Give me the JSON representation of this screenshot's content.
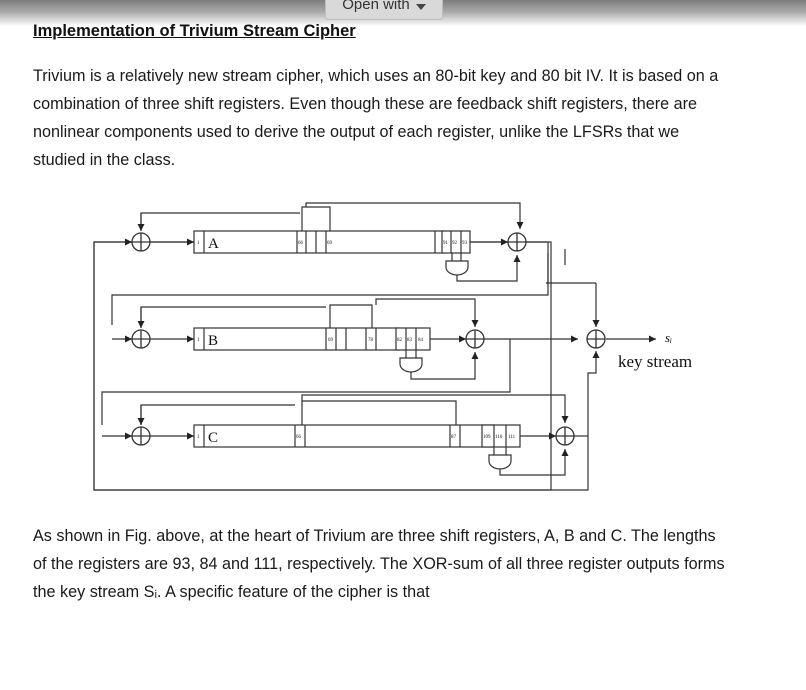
{
  "viewer": {
    "open_with_label": "Open with"
  },
  "document": {
    "heading": "Implementation of Trivium Stream Cipher",
    "paragraph1": "Trivium is a relatively new stream cipher, which uses an 80-bit key and 80 bit IV. It is based on a combination of three shift registers. Even though these are feedback shift registers, there are nonlinear components used to derive the output of each register, unlike the LFSRs that we studied in the class.",
    "paragraph2": "As shown in Fig. above, at the heart of Trivium are three shift registers, A, B and C. The lengths of the registers are 93, 84 and 111, respectively. The XOR-sum of all three register outputs forms the key stream Sᵢ. A specific feature of the cipher is that"
  },
  "figure": {
    "register_a": {
      "name": "A",
      "start": "1",
      "taps": [
        "66",
        "69"
      ],
      "end_cells": [
        "91",
        "92",
        "93"
      ]
    },
    "register_b": {
      "name": "B",
      "start": "1",
      "taps": [
        "69",
        "78"
      ],
      "end_cells": [
        "82",
        "83",
        "84"
      ]
    },
    "register_c": {
      "name": "C",
      "start": "1",
      "taps": [
        "66",
        "87"
      ],
      "end_cells": [
        "109",
        "110",
        "111"
      ]
    },
    "output_symbol": "sᵢ",
    "output_label": "key stream"
  }
}
